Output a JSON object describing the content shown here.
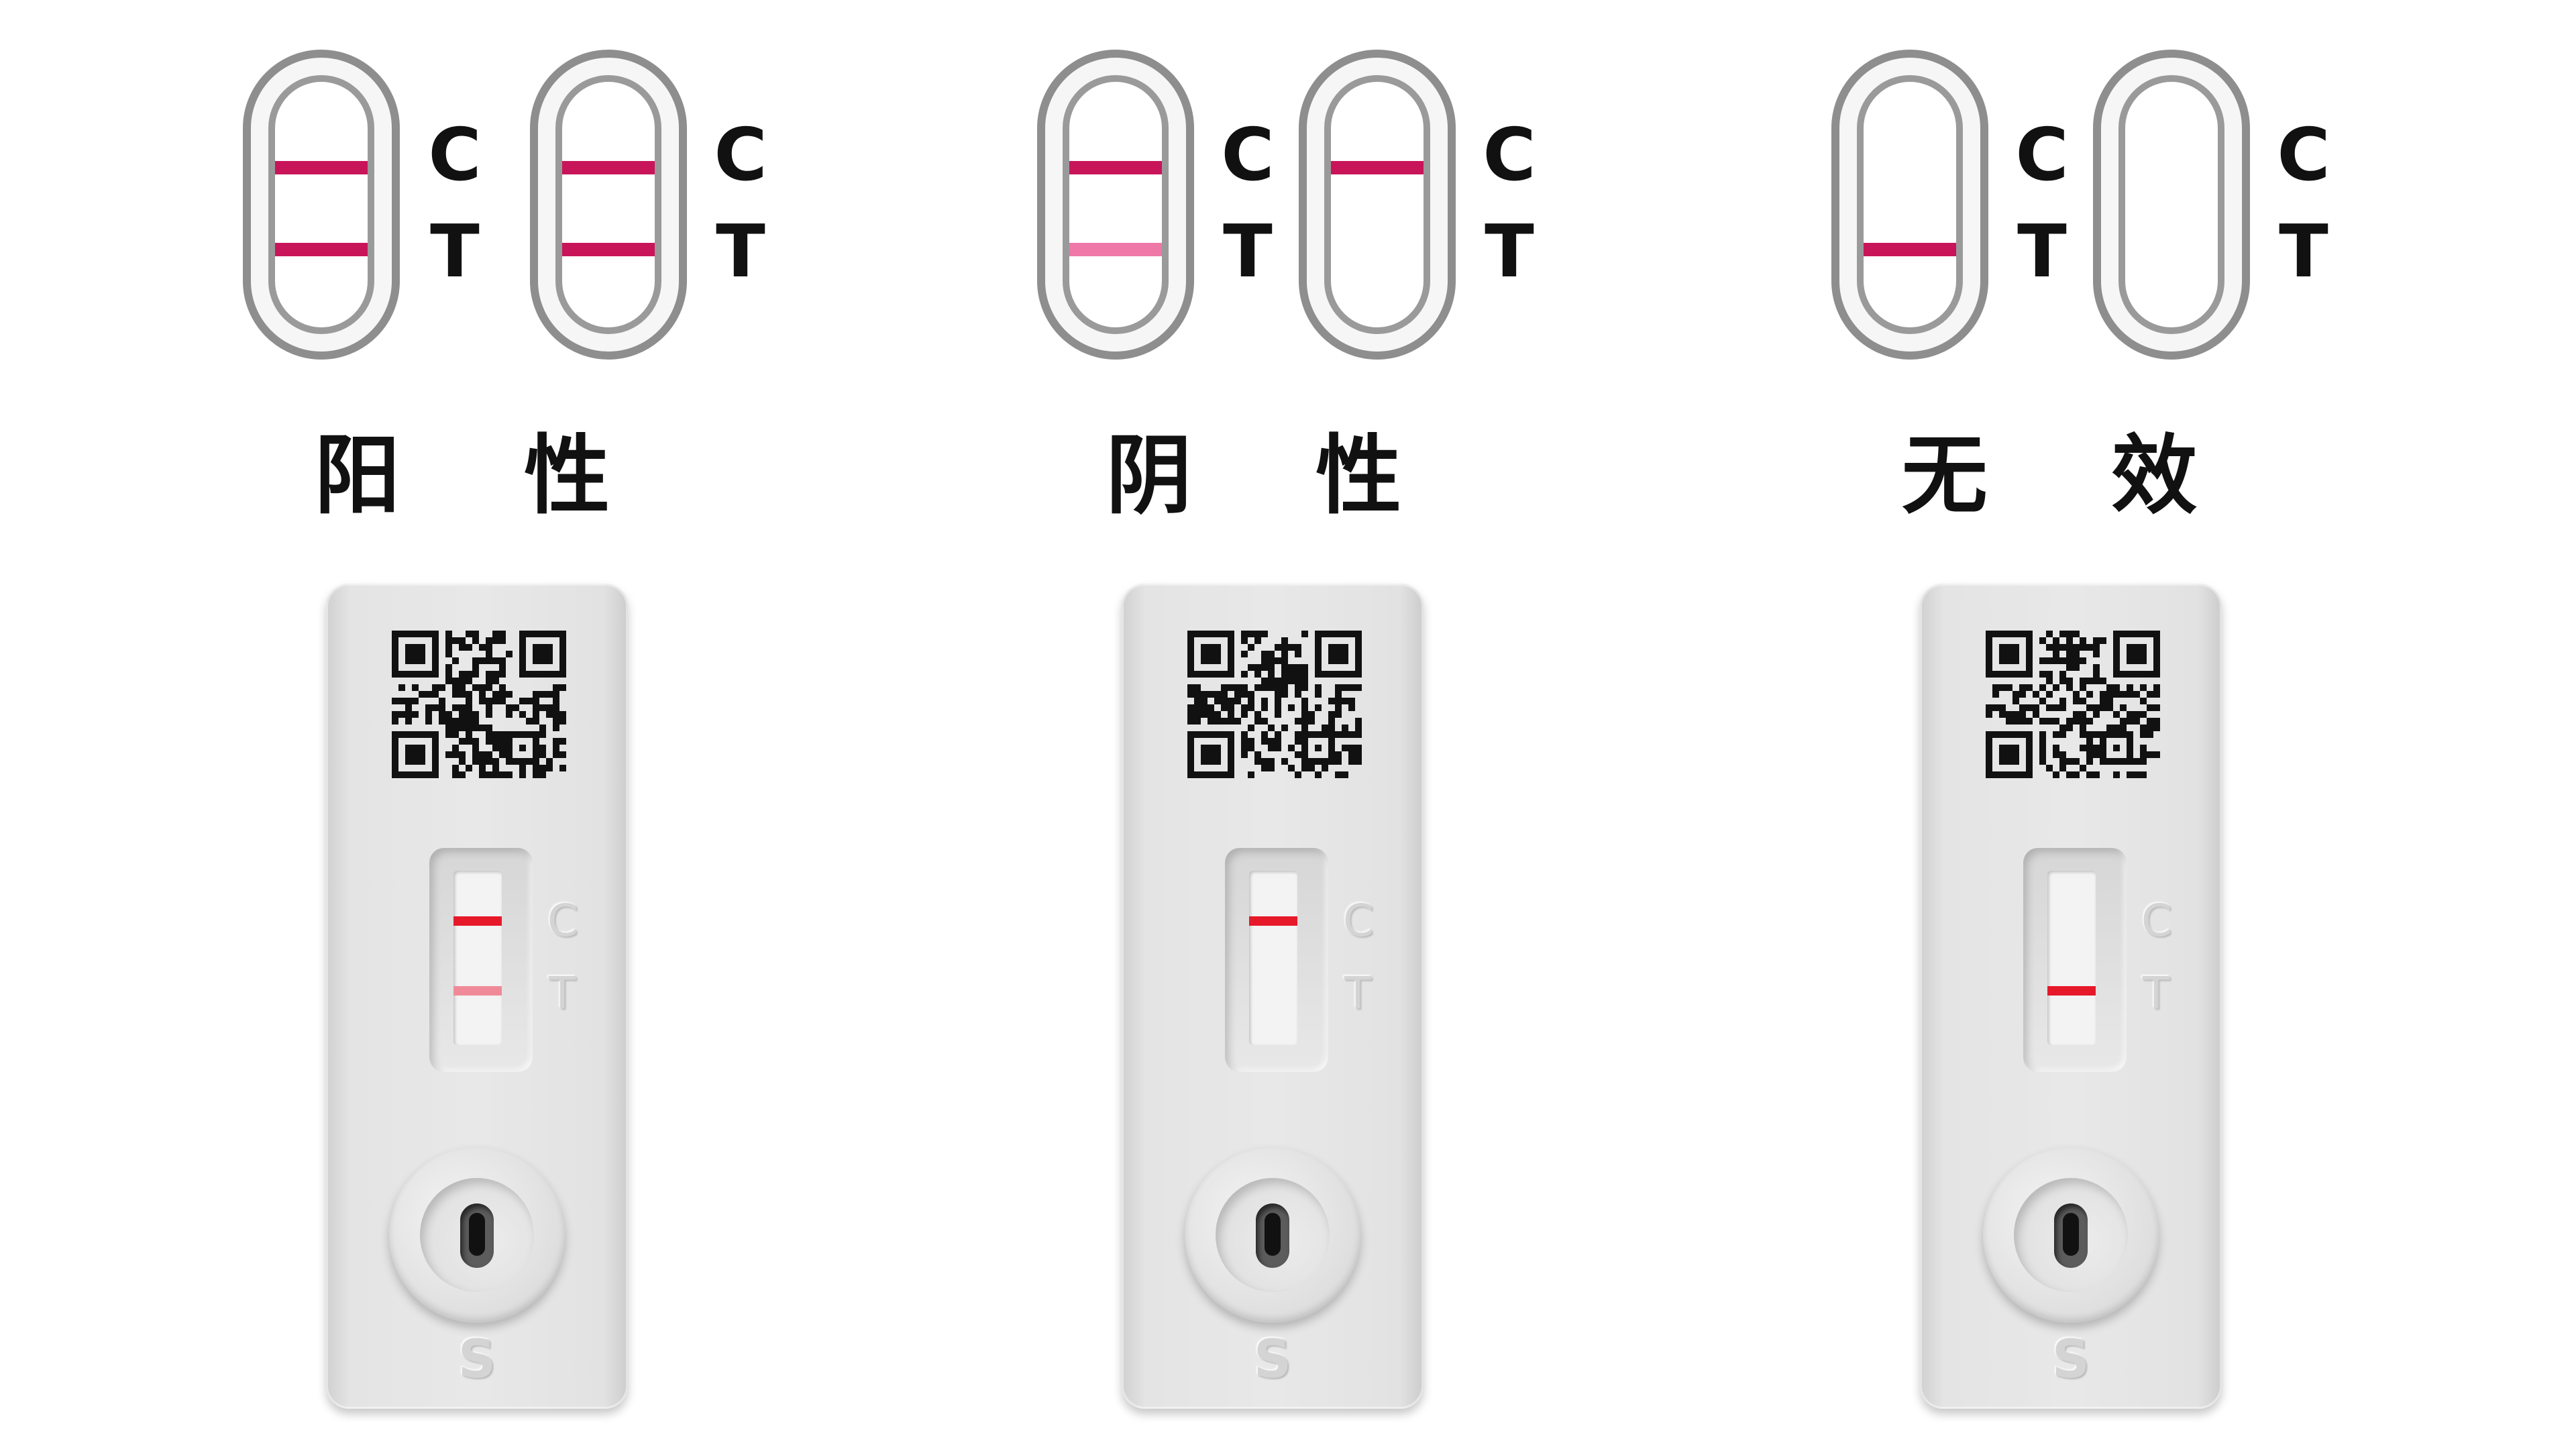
{
  "colors": {
    "line_strong": "#c8155a",
    "line_faint": "#ee78a8",
    "cassette_line_strong": "#e6192a",
    "cassette_line_faint": "#f08a98"
  },
  "groups": [
    {
      "label": "阳 性",
      "indicators": [
        {
          "c_line": "strong",
          "t_line": "strong",
          "c_letter": "C",
          "t_letter": "T"
        },
        {
          "c_line": "strong",
          "t_line": "strong",
          "c_letter": "C",
          "t_letter": "T"
        }
      ],
      "cassette": {
        "c_line": "strong",
        "t_line": "faint",
        "c_letter": "C",
        "t_letter": "T",
        "sample_letter": "S",
        "qr_icon": "qr-code-icon"
      }
    },
    {
      "label": "阴 性",
      "indicators": [
        {
          "c_line": "strong",
          "t_line": "faint",
          "c_letter": "C",
          "t_letter": "T"
        },
        {
          "c_line": "strong",
          "t_line": "none",
          "c_letter": "C",
          "t_letter": "T"
        }
      ],
      "cassette": {
        "c_line": "strong",
        "t_line": "none",
        "c_letter": "C",
        "t_letter": "T",
        "sample_letter": "S",
        "qr_icon": "qr-code-icon"
      }
    },
    {
      "label": "无 效",
      "indicators": [
        {
          "c_line": "none",
          "t_line": "strong",
          "c_letter": "C",
          "t_letter": "T"
        },
        {
          "c_line": "none",
          "t_line": "none",
          "c_letter": "C",
          "t_letter": "T"
        }
      ],
      "cassette": {
        "c_line": "none",
        "t_line": "strong",
        "c_letter": "C",
        "t_letter": "T",
        "sample_letter": "S",
        "qr_icon": "qr-code-icon"
      }
    }
  ]
}
